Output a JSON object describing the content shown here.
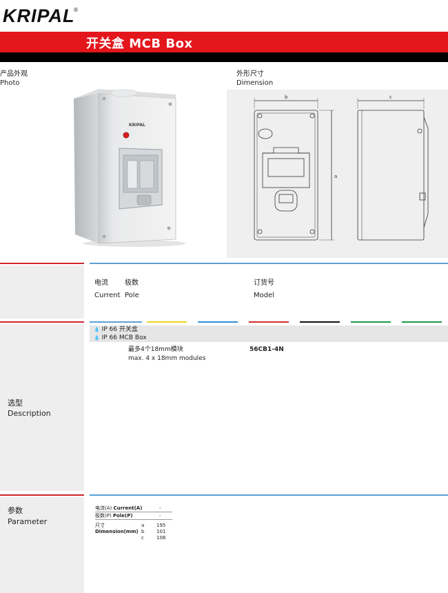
{
  "header": {
    "brand": "KRIPAL",
    "registered": "®",
    "title": "开关盒  MCB Box"
  },
  "photo_section": {
    "label_cn": "产品外观",
    "label_en": "Photo",
    "product_brand": "KRIPAL"
  },
  "dimension_section": {
    "label_cn": "外形尺寸",
    "label_en": "Dimension",
    "dim_b": "b",
    "dim_c": "c",
    "dim_a": "a"
  },
  "columns": {
    "current_cn": "电流",
    "current_en": "Current",
    "pole_cn": "极数",
    "pole_en": "Pole",
    "model_cn": "订货号",
    "model_en": "Model"
  },
  "description": {
    "label_cn": "选型",
    "label_en": "Description",
    "ip_cn": "IP 66 开关盒",
    "ip_en": "IP 66 MCB Box",
    "modules_cn": "最多4个18mm模块",
    "modules_en": "max. 4 x 18mm modules",
    "model": "56CB1-4N"
  },
  "color_bars": [
    "#f2d21b",
    "#2f8fd6",
    "#d22a2f",
    "#111111",
    "#1a9a48",
    "#1a9a48"
  ],
  "parameter": {
    "label_cn": "参数",
    "label_en": "Parameter",
    "rows": [
      {
        "cn": "电流(A)",
        "en": "Current(A)",
        "key": "",
        "value": "-"
      },
      {
        "cn": "极数(P)",
        "en": "Pole(P)",
        "key": "",
        "value": "-"
      }
    ],
    "dimension_cn": "尺寸",
    "dimension_en": "Dimension(mm)",
    "dims": [
      {
        "key": "a",
        "value": "195"
      },
      {
        "key": "b",
        "value": "101"
      },
      {
        "key": "c",
        "value": "108"
      }
    ]
  }
}
